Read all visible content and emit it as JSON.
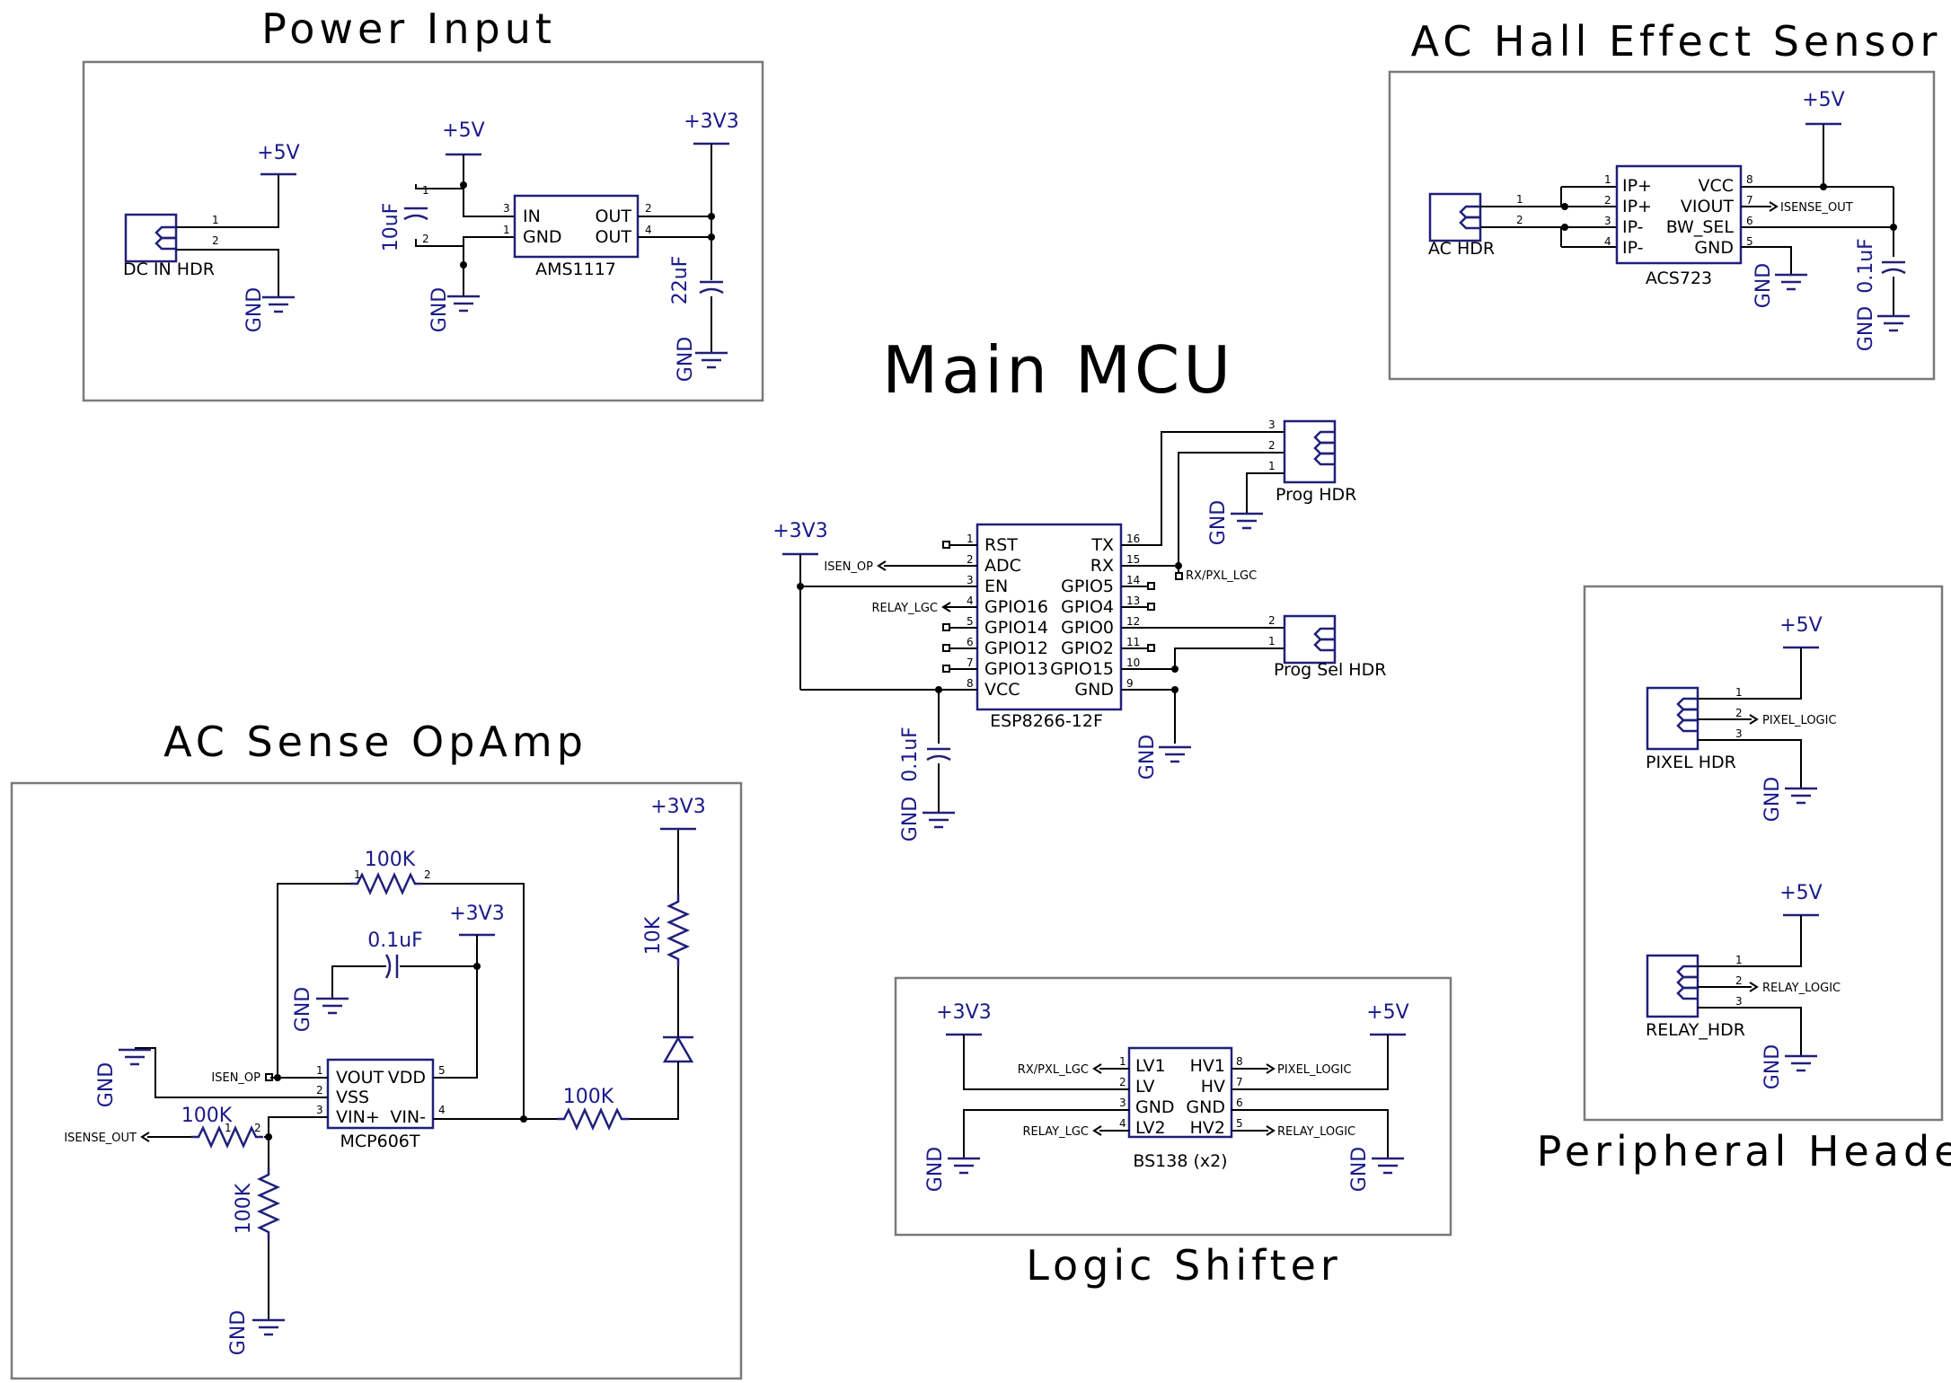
{
  "sections": {
    "power_input": "Power Input",
    "ac_hall": "AC Hall Effect Sensor",
    "main_mcu": "Main MCU",
    "ac_sense": "AC Sense OpAmp",
    "logic_shifter": "Logic Shifter",
    "peripheral": "Peripheral Headers"
  },
  "power": {
    "dc_hdr": "DC IN HDR",
    "reg": "AMS1117",
    "reg_pins": {
      "in": "IN",
      "gnd": "GND",
      "out1": "OUT",
      "out2": "OUT",
      "n_in": "3",
      "n_gnd": "1",
      "n_out1": "2",
      "n_out2": "4"
    },
    "c_in": "10uF",
    "c_out": "22uF",
    "p5v_a": "+5V",
    "p5v_b": "+5V",
    "p3v3": "+3V3",
    "gnd": "GND",
    "hdr_pins": [
      "1",
      "2"
    ]
  },
  "hall": {
    "hdr": "AC HDR",
    "ic": "ACS723",
    "left_pins": [
      "IP+",
      "IP+",
      "IP-",
      "IP-"
    ],
    "right_pins": [
      "VCC",
      "VIOUT",
      "BW_SEL",
      "GND"
    ],
    "left_nums": [
      "1",
      "2",
      "3",
      "4"
    ],
    "right_nums": [
      "8",
      "7",
      "6",
      "5"
    ],
    "cap": "0.1uF",
    "vcc": "+5V",
    "out_net": "ISENSE_OUT",
    "gnd": "GND",
    "hdr_pins": [
      "1",
      "2"
    ]
  },
  "mcu": {
    "ic": "ESP8266-12F",
    "left_pins": [
      "RST",
      "ADC",
      "EN",
      "GPIO16",
      "GPIO14",
      "GPIO12",
      "GPIO13",
      "VCC"
    ],
    "right_pins": [
      "TX",
      "RX",
      "GPIO5",
      "GPIO4",
      "GPIO0",
      "GPIO2",
      "GPIO15",
      "GND"
    ],
    "left_nums": [
      "1",
      "2",
      "3",
      "4",
      "5",
      "6",
      "7",
      "8"
    ],
    "right_nums": [
      "16",
      "15",
      "14",
      "13",
      "12",
      "11",
      "10",
      "9"
    ],
    "prog_hdr": "Prog HDR",
    "prog_sel_hdr": "Prog Sel HDR",
    "net_isen": "ISEN_OP",
    "net_relay": "RELAY_LGC",
    "net_rx": "RX/PXL_LGC",
    "pwr": "+3V3",
    "cap": "0.1uF",
    "gnd": "GND",
    "prog_pins": [
      "3",
      "2",
      "1"
    ],
    "sel_pins": [
      "2",
      "1"
    ]
  },
  "opamp": {
    "ic": "MCP606T",
    "left_pins": [
      "VOUT",
      "VSS",
      "VIN+"
    ],
    "right_pins": [
      "VDD",
      "VIN-"
    ],
    "left_nums": [
      "1",
      "2",
      "3"
    ],
    "right_nums": [
      "5",
      "4"
    ],
    "r_fb": "100K",
    "r_in": "100K",
    "r_gnd": "100K",
    "r_top": "100K",
    "r_10k": "10K",
    "cap": "0.1uF",
    "pwr_a": "+3V3",
    "pwr_b": "+3V3",
    "net_isen": "ISEN_OP",
    "net_isense": "ISENSE_OUT",
    "gnd": "GND"
  },
  "shifter": {
    "ic": "BS138 (x2)",
    "left_pins": [
      "LV1",
      "LV",
      "GND",
      "LV2"
    ],
    "right_pins": [
      "HV1",
      "HV",
      "GND",
      "HV2"
    ],
    "left_nums": [
      "1",
      "2",
      "3",
      "4"
    ],
    "right_nums": [
      "8",
      "7",
      "6",
      "5"
    ],
    "lv": "+3V3",
    "hv": "+5V",
    "net_rx": "RX/PXL_LGC",
    "net_relay_l": "RELAY_LGC",
    "net_pixel": "PIXEL_LOGIC",
    "net_relay_h": "RELAY_LOGIC",
    "gnd": "GND"
  },
  "periph": {
    "pixel_hdr": "PIXEL HDR",
    "relay_hdr": "RELAY_HDR",
    "pixel_net": "PIXEL_LOGIC",
    "relay_net": "RELAY_LOGIC",
    "p5v_a": "+5V",
    "p5v_b": "+5V",
    "gnd": "GND",
    "hdr_pins": [
      "1",
      "2",
      "3"
    ]
  }
}
